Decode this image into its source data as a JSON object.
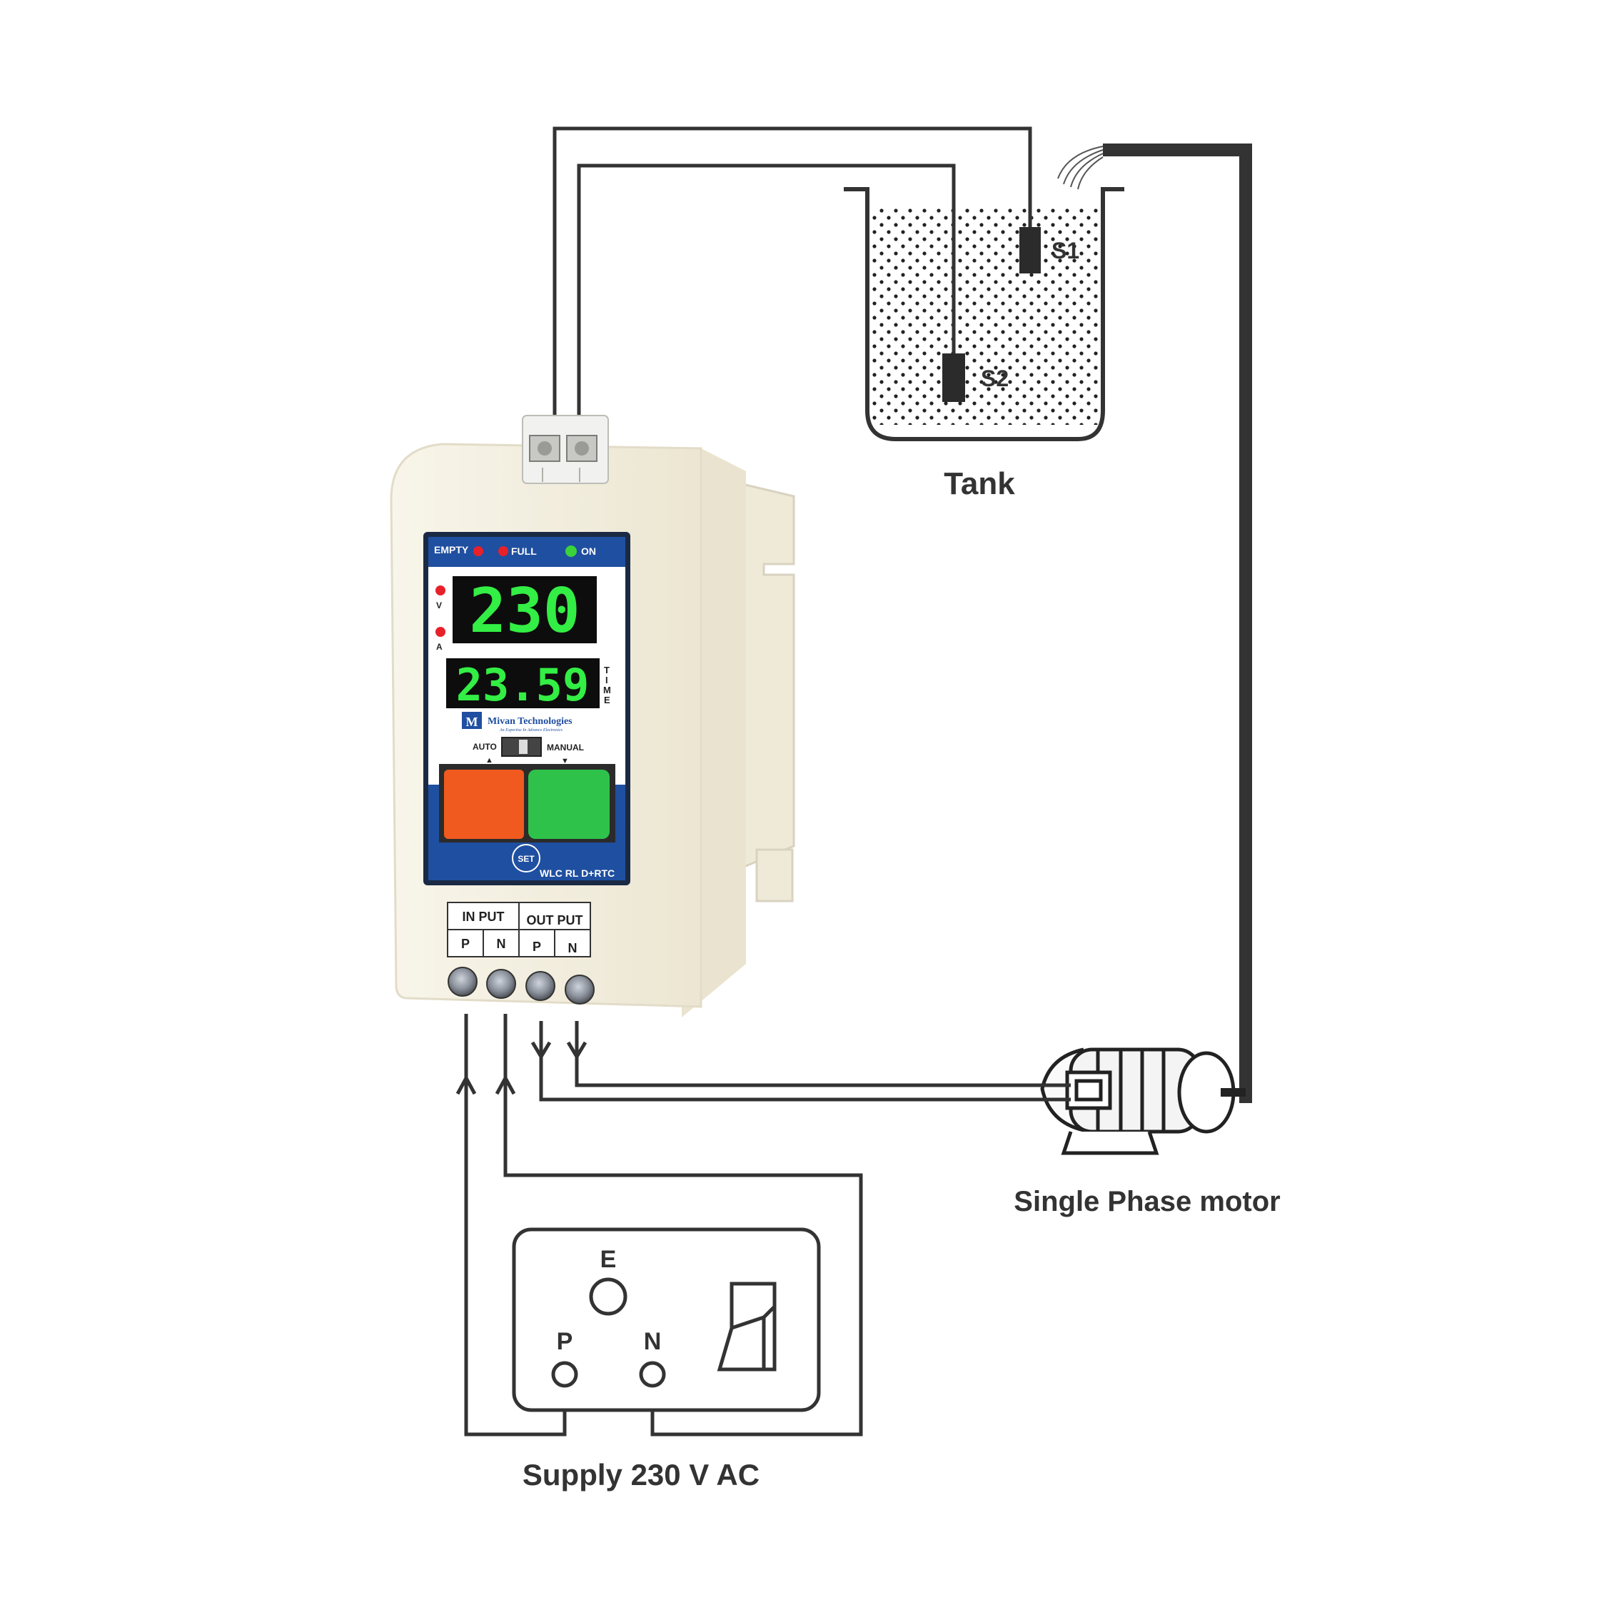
{
  "diagram": {
    "tank": {
      "label": "Tank",
      "sensors": [
        "S1",
        "S2"
      ]
    },
    "motor": {
      "label": "Single Phase motor"
    },
    "supply": {
      "label": "Supply 230 V AC",
      "terminals": {
        "earth": "E",
        "phase": "P",
        "neutral": "N"
      }
    },
    "controller": {
      "indicators": {
        "empty": "EMPTY",
        "full": "FULL",
        "on": "ON"
      },
      "side_indicators": {
        "volt": "V",
        "amp": "A"
      },
      "voltage_display": "230",
      "time_display": "23.59",
      "time_label": [
        "T",
        "I",
        "M",
        "E"
      ],
      "brand": "Mivan Technologies",
      "brand_tagline": "An Expertise In Advance Electronics",
      "switch": {
        "auto": "AUTO",
        "manual": "MANUAL"
      },
      "set_button": "SET",
      "model": "WLC RL D+RTC",
      "terminal_block": {
        "input": "IN PUT",
        "output": "OUT PUT",
        "pins": [
          "P",
          "N",
          "P",
          "N"
        ]
      }
    }
  },
  "colors": {
    "panel_blue": "#1f4fa0",
    "stop_button": "#f05a1e",
    "start_button": "#2fc24a",
    "led_red": "#e8202a",
    "led_green": "#3ad43a",
    "display_digits": "#33ee44",
    "wire": "#333333",
    "enclosure": "#f6f2e6"
  }
}
